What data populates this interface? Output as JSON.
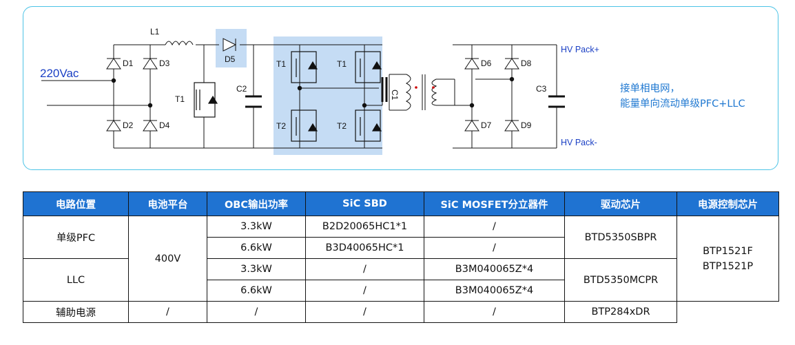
{
  "circuit": {
    "inductor_label": "L1",
    "d1": "D1",
    "d2": "D2",
    "d3": "D3",
    "d4": "D4",
    "d5": "D5",
    "d6": "D6",
    "d7": "D7",
    "d8": "D8",
    "d9": "D9",
    "input_label": "220Vac",
    "pfc_switch": "T1",
    "c2": "C2",
    "c3": "C3",
    "t1a": "T1",
    "t1b": "T1",
    "t2a": "T2",
    "t2b": "T2",
    "transformer": "C1",
    "hv_plus": "HV Pack+",
    "hv_minus": "HV Pack-",
    "highlight_color": "#c5dcf4"
  },
  "note": {
    "line1": "接单相电网，",
    "line2": "能量单向流动单级PFC+LLC"
  },
  "table": {
    "headers": [
      "电路位置",
      "电池平台",
      "OBC输出功率",
      "SiC SBD",
      "SiC MOSFET分立器件",
      "驱动芯片",
      "电源控制芯片"
    ],
    "pfc": "单级PFC",
    "llc": "LLC",
    "aux": "辅助电源",
    "platform": "400V",
    "r1": {
      "power": "3.3kW",
      "sbd": "B2D20065HC1*1",
      "mos": "/"
    },
    "r2": {
      "power": "6.6kW",
      "sbd": "B3D40065HC*1",
      "mos": "/"
    },
    "r3": {
      "power": "3.3kW",
      "sbd": "/",
      "mos": "B3M040065Z*4"
    },
    "r4": {
      "power": "6.6kW",
      "sbd": "/",
      "mos": "B3M040065Z*4"
    },
    "r5": {
      "power": "/",
      "sbd": "/",
      "mos": "/",
      "driver": "/",
      "ctrl": "BTP284xDR"
    },
    "driver_pfc": "BTD5350SBPR",
    "driver_llc": "BTD5350MCPR",
    "ctrl_line1": "BTP1521F",
    "ctrl_line2": "BTP1521P",
    "header_color": "#1f73d2"
  }
}
